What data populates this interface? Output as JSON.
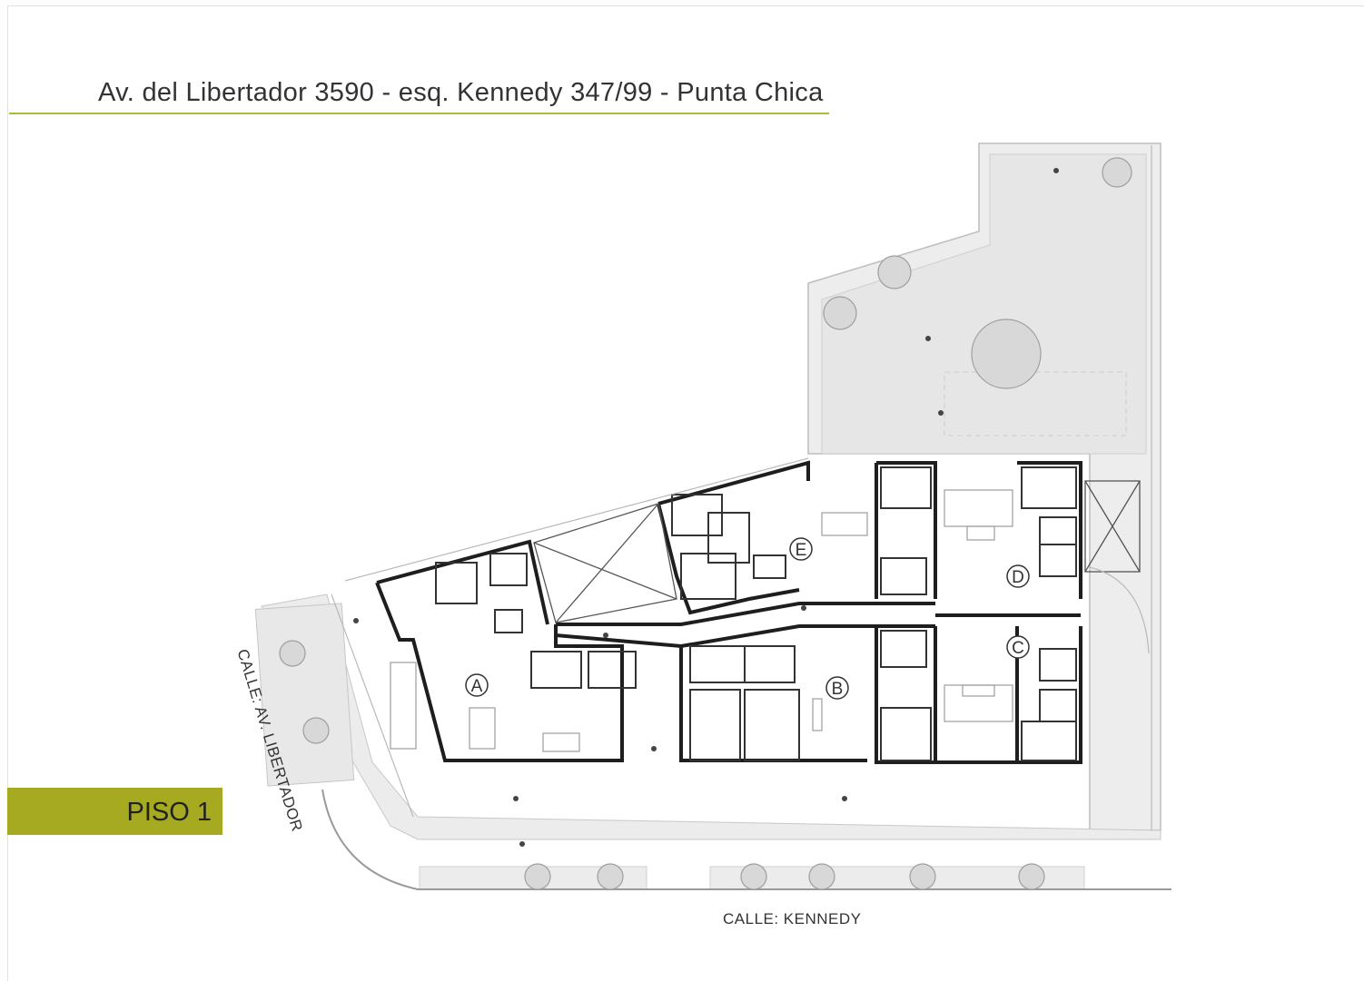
{
  "header": {
    "title": "Av. del Libertador 3590 - esq. Kennedy 347/99 - Punta Chica",
    "accent_color": "#b3b83a"
  },
  "floor_badge": {
    "label": "PISO 1",
    "color": "#a5aa20"
  },
  "streets": {
    "bottom": "CALLE: KENNEDY",
    "left": "CALLE: AV. LIBERTADOR"
  },
  "units": [
    "A",
    "B",
    "C",
    "D",
    "E"
  ]
}
